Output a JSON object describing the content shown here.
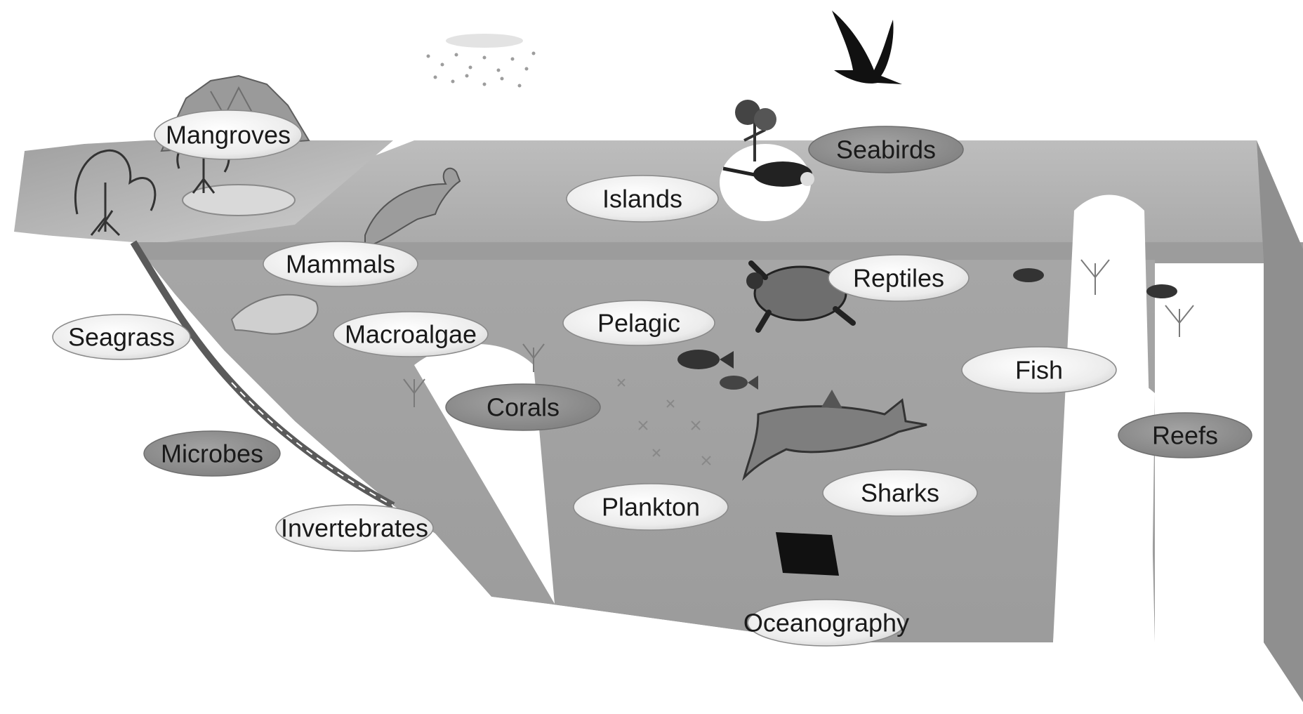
{
  "diagram": {
    "labels": {
      "mangroves": "Mangroves",
      "seabirds": "Seabirds",
      "islands": "Islands",
      "mammals": "Mammals",
      "reptiles": "Reptiles",
      "seagrass": "Seagrass",
      "macroalgae": "Macroalgae",
      "pelagic": "Pelagic",
      "fish": "Fish",
      "corals": "Corals",
      "microbes": "Microbes",
      "reefs": "Reefs",
      "sharks": "Sharks",
      "plankton": "Plankton",
      "invertebrates": "Invertebrates",
      "oceanography": "Oceanography"
    },
    "icons": [
      "bird-icon",
      "rain-cloud-icon",
      "mountain-icon",
      "mangrove-trees-icon",
      "dolphin-icon",
      "manatee-icon",
      "turtle-icon",
      "shark-icon",
      "reef-fish-icon",
      "plankton-icon",
      "seabird-island-icon",
      "sensor-instrument-icon",
      "coral-icon"
    ],
    "colors": {
      "water": "#a4a4a4",
      "surface": "#b8b8b8",
      "seabed": "#ffffff",
      "oval_light": "#f2f2f2",
      "oval_dark": "#8f8f8f"
    }
  }
}
